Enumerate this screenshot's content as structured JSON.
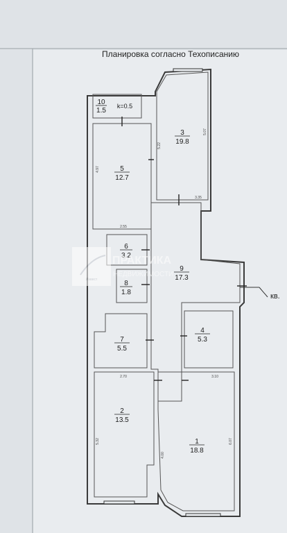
{
  "title": "Планировка согласно Техописанию",
  "watermark": {
    "brand": "ПРАКТИКА",
    "sub": "НЕДВИЖИМОСТИ",
    "mark": "Инвест"
  },
  "callout": "кв.",
  "rooms": [
    {
      "id": "10",
      "number": "10",
      "area": "1.5",
      "extra": "k=0.5"
    },
    {
      "id": "3",
      "number": "3",
      "area": "19.8"
    },
    {
      "id": "5",
      "number": "5",
      "area": "12.7"
    },
    {
      "id": "6",
      "number": "6",
      "area": "3.2"
    },
    {
      "id": "8",
      "number": "8",
      "area": "1.8"
    },
    {
      "id": "9",
      "number": "9",
      "area": "17.3"
    },
    {
      "id": "7",
      "number": "7",
      "area": "5.5"
    },
    {
      "id": "4",
      "number": "4",
      "area": "5.3"
    },
    {
      "id": "2",
      "number": "2",
      "area": "13.5"
    },
    {
      "id": "1",
      "number": "1",
      "area": "18.8"
    }
  ],
  "dimensions": {
    "d5_w": "2.55",
    "d5_h": "4.97",
    "d3_h_left": "5.22",
    "d3_h_right": "5.07",
    "d3_w": "3.35",
    "d2_w": "2.70",
    "d2_h": "5.32",
    "d1_w": "3.10",
    "d1_h_left": "4.00",
    "d1_h_right": "6.07"
  }
}
